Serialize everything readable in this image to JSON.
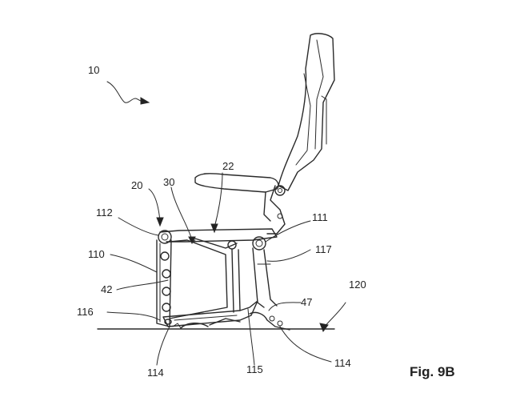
{
  "figure_label": "Fig. 9B",
  "refs": {
    "r10": "10",
    "r20": "20",
    "r22": "22",
    "r30": "30",
    "r112": "112",
    "r110": "110",
    "r42": "42",
    "r116": "116",
    "r111": "111",
    "r117": "117",
    "r120": "120",
    "r47": "47",
    "r114a": "114",
    "r115": "115",
    "r114b": "114"
  }
}
